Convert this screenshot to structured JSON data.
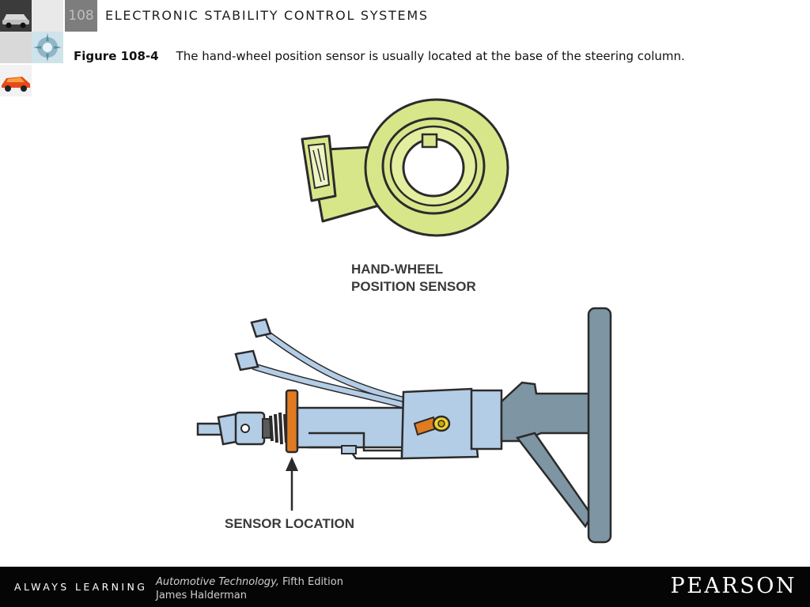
{
  "header": {
    "chapter_number": "108",
    "chapter_title": "ELECTRONIC STABILITY CONTROL SYSTEMS"
  },
  "caption": {
    "figure_label": "Figure 108-4",
    "text": "The hand-wheel position sensor is usually located at the base of the steering column."
  },
  "figure": {
    "label_sensor": "HAND-WHEEL\nPOSITION SENSOR",
    "label_location": "SENSOR LOCATION",
    "colors": {
      "sensor_green": "#d8e68a",
      "column_blue": "#b4cde6",
      "wheel_gray": "#7e95a3",
      "sensor_orange": "#e07b22",
      "outline": "#2b2b2b"
    }
  },
  "footer": {
    "tagline": "ALWAYS LEARNING",
    "book_title": "Automotive Technology,",
    "book_edition": " Fifth Edition",
    "author": "James Halderman",
    "publisher": "PEARSON"
  },
  "thumbnails": [
    "car-thumbnail-icon",
    "blank-thumbnail",
    "gear-crystal-thumbnail-icon",
    "sports-car-thumbnail-icon"
  ]
}
